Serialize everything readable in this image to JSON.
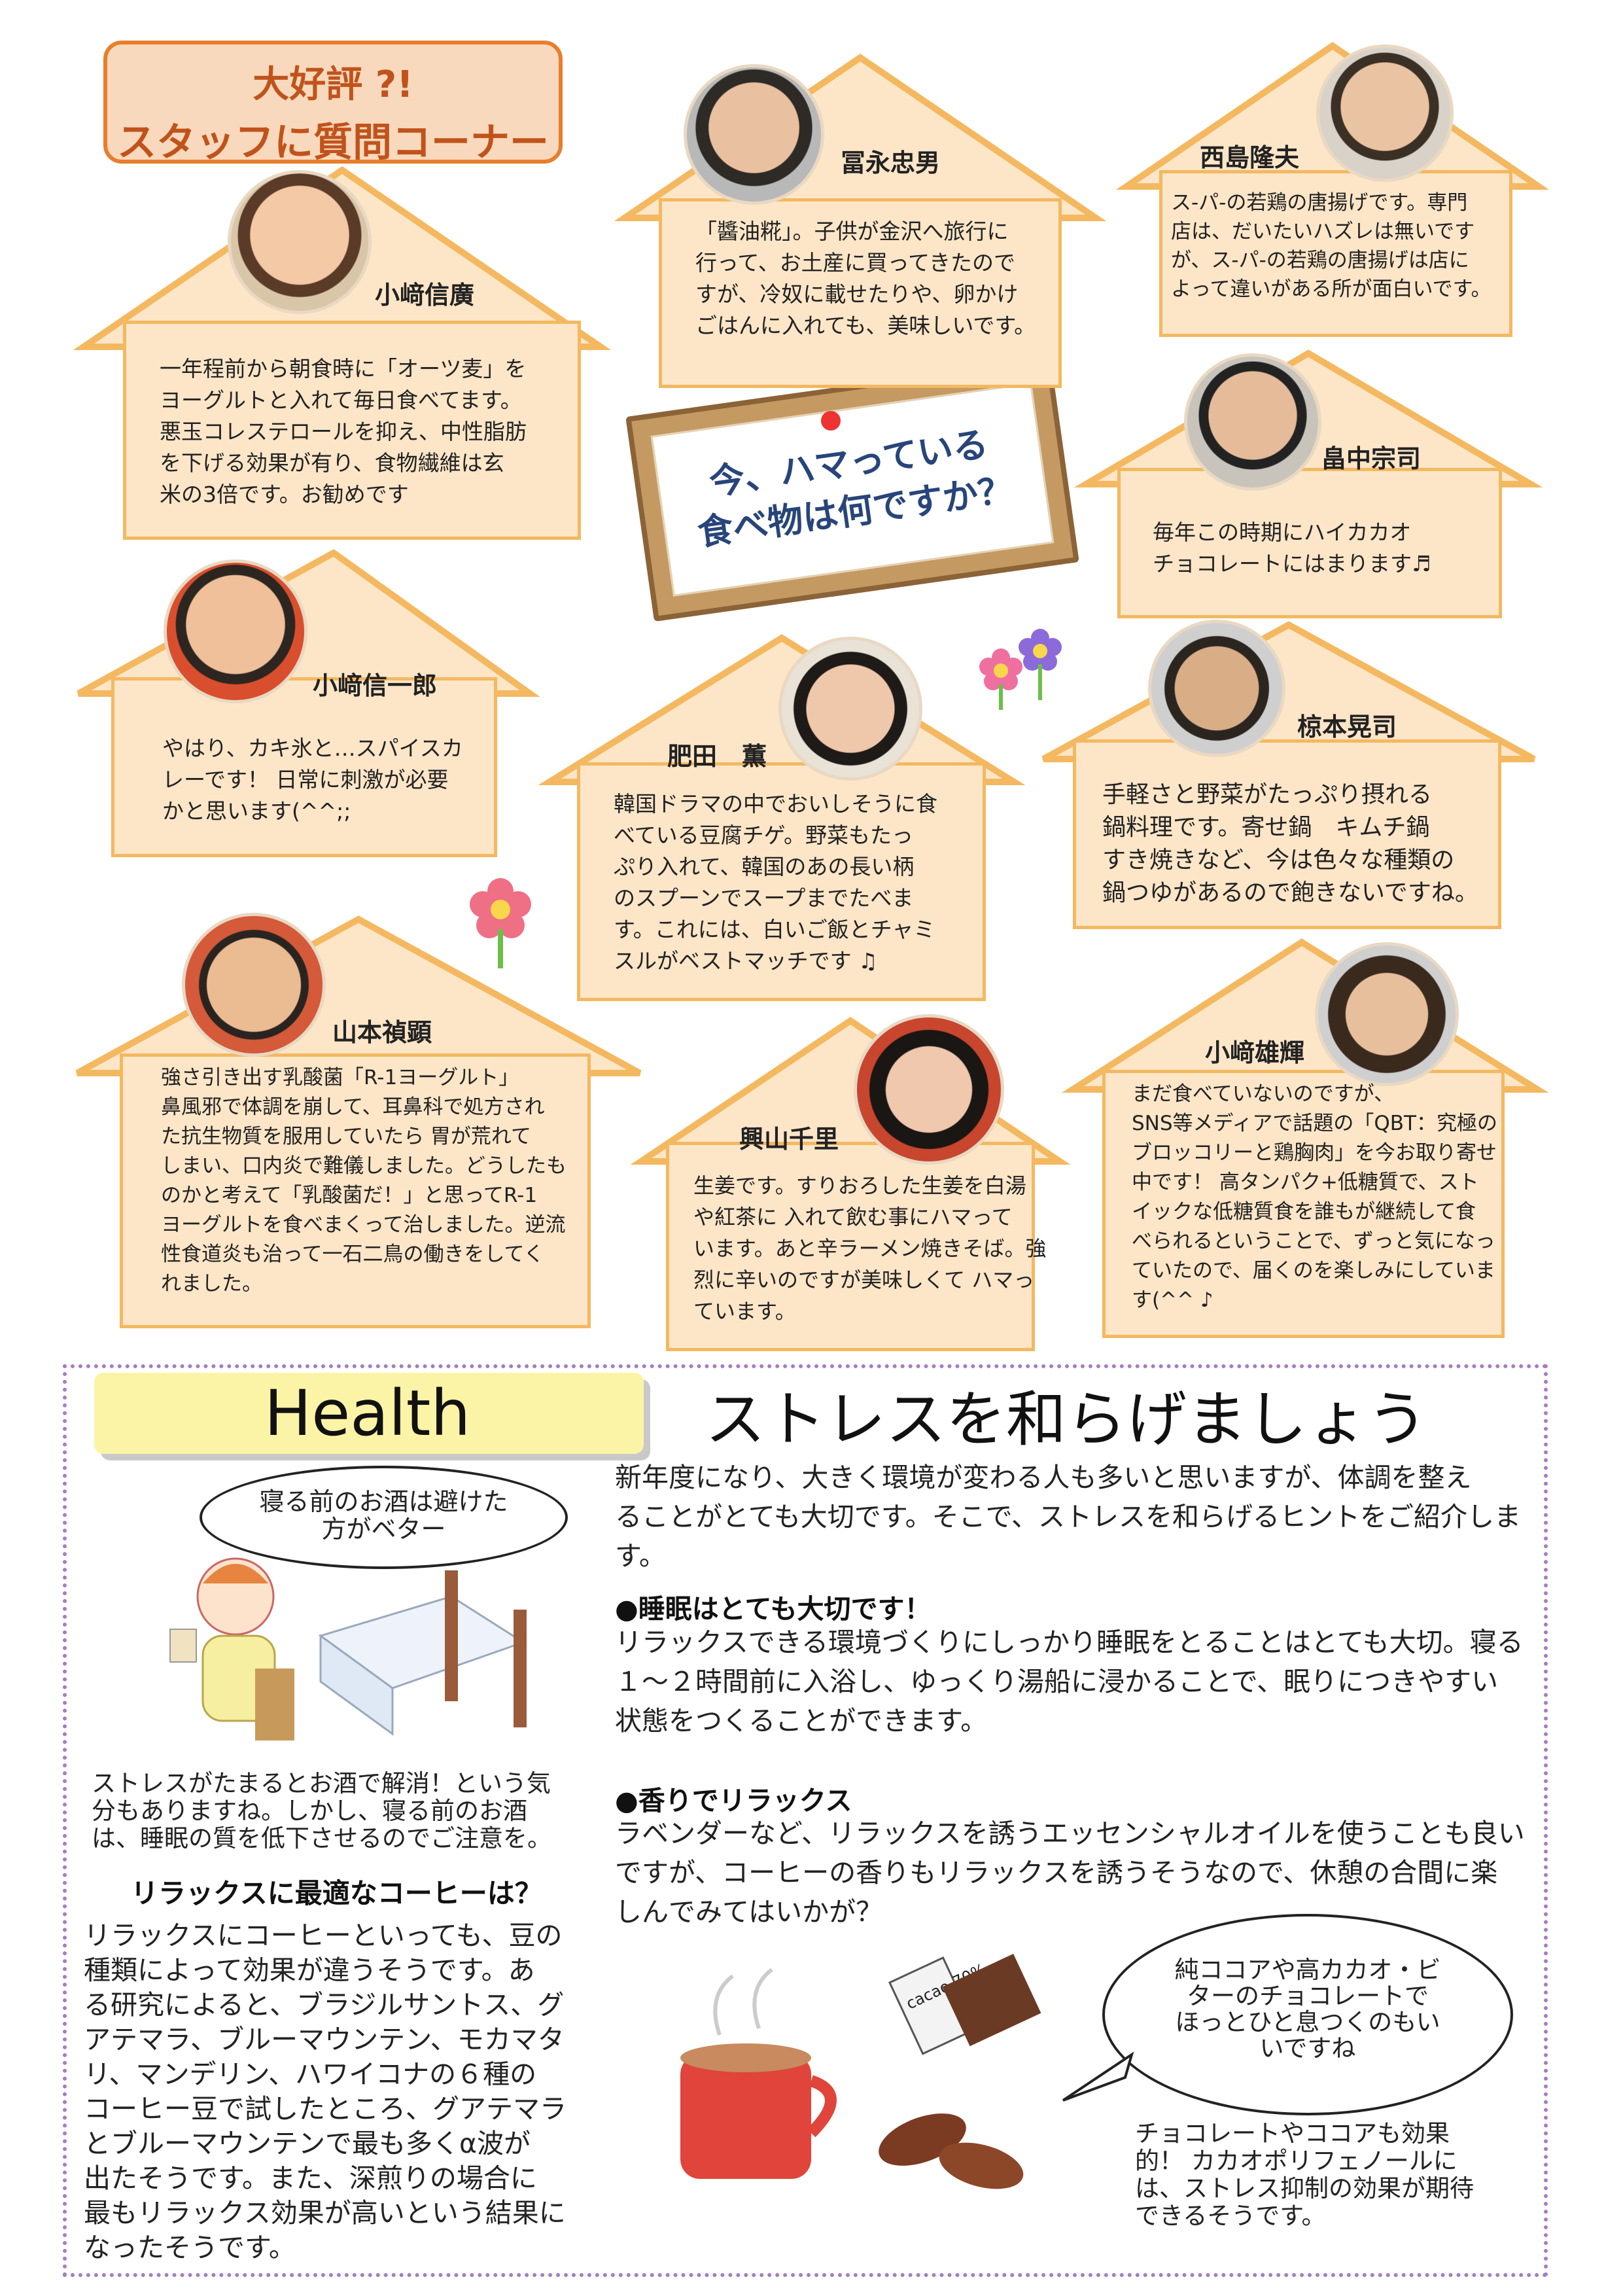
{
  "badge": {
    "line1": "大好評 ?!",
    "line2": "スタッフに質問コーナー♪"
  },
  "question": {
    "line1": "今、ハマっている",
    "line2": "食べ物は何ですか？"
  },
  "staff": [
    {
      "name": "小﨑信廣",
      "text": [
        "一年程前から朝食時に「オーツ麦」を",
        "ヨーグルトと入れて毎日食べてます。",
        "悪玉コレステロールを抑え、中性脂肪",
        "を下げる効果が有り、食物繊維は玄",
        "米の3倍です。お勧めです"
      ]
    },
    {
      "name": "冨永忠男",
      "text": [
        "「醬油糀」。子供が金沢へ旅行に",
        "行って、お土産に買ってきたので",
        "すが、冷奴に載せたりや、卵かけ",
        "ごはんに入れても、美味しいです。"
      ]
    },
    {
      "name": "西島隆夫",
      "text": [
        "ス-パ-の若鶏の唐揚げです。専門",
        "店は、だいたいハズレは無いです",
        "が、ス-パ-の若鶏の唐揚げは店に",
        "よって違いがある所が面白いです。"
      ]
    },
    {
      "name": "畠中宗司",
      "text": [
        "毎年この時期にハイカカオ",
        "チョコレートにはまります♬"
      ]
    },
    {
      "name": "小﨑信一郎",
      "text": [
        "やはり、カキ氷と…スパイスカ",
        "レーです！ 日常に刺激が必要",
        "かと思います(^^;;"
      ]
    },
    {
      "name": "肥田　薫",
      "text": [
        "韓国ドラマの中でおいしそうに食",
        "べている豆腐チゲ。野菜もたっ",
        "ぷり入れて、韓国のあの長い柄",
        "のスプーンでスープまでたべま",
        "す。これには、白いご飯とチャミ",
        "スルがベストマッチです ♫"
      ]
    },
    {
      "name": "椋本晃司",
      "text": [
        "手軽さと野菜がたっぷり摂れる",
        "鍋料理です。寄せ鍋　キムチ鍋",
        "すき焼きなど、今は色々な種類の",
        "鍋つゆがあるので飽きないですね。"
      ]
    },
    {
      "name": "山本禎顕",
      "text": [
        "強さ引き出す乳酸菌「R-1ヨーグルト」",
        "鼻風邪で体調を崩して、耳鼻科で処方され",
        "た抗生物質を服用していたら 胃が荒れて",
        "しまい、口内炎で難儀しました。どうしたも",
        "のかと考えて「乳酸菌だ！」と思ってR-1",
        "ヨーグルトを食べまくって治しました。逆流",
        "性食道炎も治って一石二鳥の働きをしてく",
        "れました。"
      ]
    },
    {
      "name": "興山千里",
      "text": [
        "生姜です。すりおろした生姜を白湯",
        "や紅茶に 入れて飲む事にハマって",
        "います。あと辛ラーメン焼きそば。強",
        "烈に辛いのですが美味しくて ハマっ",
        "ています。"
      ]
    },
    {
      "name": "小﨑雄輝",
      "text": [
        "まだ食べていないのですが、",
        "SNS等メディアで話題の「QBT：究極の",
        "ブロッコリーと鶏胸肉」を今お取り寄せ",
        "中です！ 高タンパク+低糖質で、スト",
        "イックな低糖質食を誰もが継続して食",
        "べられるということで、ずっと気になっ",
        "ていたので、届くのを楽しみにしていま",
        "す(^^ ♪"
      ]
    }
  ],
  "health": {
    "label": "Health",
    "title": "ストレスを和らげましょう",
    "intro": [
      "新年度になり、大きく環境が変わる人も多いと思いますが、体調を整え",
      "ることがとても大切です。そこで、ストレスを和らげるヒントをご紹介しま",
      "す。"
    ],
    "sleep_head": "●睡眠はとても大切です！",
    "sleep_text": [
      "リラックスできる環境づくりにしっかり睡眠をとることはとても大切。寝る",
      "１～２時間前に入浴し、ゆっくり湯船に浸かることで、眠りにつきやすい",
      "状態をつくることができます。"
    ],
    "aroma_head": "●香りでリラックス",
    "aroma_text": [
      "ラベンダーなど、リラックスを誘うエッセンシャルオイルを使うことも良い",
      "ですが、コーヒーの香りもリラックスを誘うそうなので、休憩の合間に楽",
      "しんでみてはいかが？"
    ],
    "bubble1": [
      "寝る前のお酒は避けた",
      "方がベター"
    ],
    "alcohol_note": [
      "ストレスがたまるとお酒で解消！という気",
      "分もありますね。しかし、寝る前のお酒",
      "は、睡眠の質を低下させるのでご注意を。"
    ],
    "coffee_head": "リラックスに最適なコーヒーは？",
    "coffee_text": [
      "リラックスにコーヒーといっても、豆の",
      "種類によって効果が違うそうです。あ",
      "る研究によると、ブラジルサントス、グ",
      "アテマラ、ブルーマウンテン、モカマタ",
      "リ、マンデリン、ハワイコナの６種の",
      "コーヒー豆で試したところ、グアテマラ",
      "とブルーマウンテンで最も多くα波が",
      "出たそうです。また、深煎りの場合に",
      "最もリラックス効果が高いという結果に",
      "なったそうです。"
    ],
    "bubble2": [
      "純ココアや高カカオ・ビ",
      "ターのチョコレートで",
      "ほっとひと息つくのもい",
      "いですね"
    ],
    "choco_note": [
      "チョコレートやココアも効果",
      "的！ カカオポリフェノールに",
      "は、ストレス抑制の効果が期待",
      "できるそうです。"
    ],
    "choco_label": "cacao 70%"
  }
}
